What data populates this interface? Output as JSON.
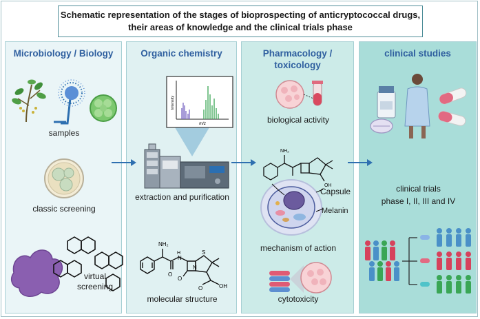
{
  "title": {
    "line1": "Schematic representation of the stages of bioprospecting of anticryptococcal drugs,",
    "line2": "their areas of knowledge and the clinical trials phase"
  },
  "panels": {
    "biology": {
      "title": "Microbiology / Biology",
      "samples": "samples",
      "classic": "classic screening",
      "virtual_1": "virtual",
      "virtual_2": "screening"
    },
    "chemistry": {
      "title": "Organic chemistry",
      "ms_y_label": "Intensity",
      "ms_x_label": "m/z",
      "extraction": "extraction and purification",
      "nh2": "NH₂",
      "h": "H",
      "n": "N",
      "s": "S",
      "o": "O",
      "oh": "OH",
      "structure": "molecular structure"
    },
    "pharmacology": {
      "title_1": "Pharmacology /",
      "title_2": "toxicology",
      "bio_activity": "biological activity",
      "nh2": "NH₂",
      "oh": "OH",
      "capsule": "Capsule",
      "melanin": "Melanin",
      "mechanism": "mechanism of action",
      "cytotoxicity": "cytotoxicity"
    },
    "clinical": {
      "title": "clinical studies",
      "trials_1": "clinical trials",
      "trials_2": "phase I, II, III and IV"
    }
  },
  "colors": {
    "panel_title": "#2f5f9f",
    "arrow": "#2e6fb0",
    "pill": "#e26a82",
    "person_blue": "#4a90c8",
    "person_red": "#d6425c",
    "person_green": "#3aa655",
    "virtual_protein": "#8a5fb0",
    "cell_green": "#5fb66a"
  }
}
